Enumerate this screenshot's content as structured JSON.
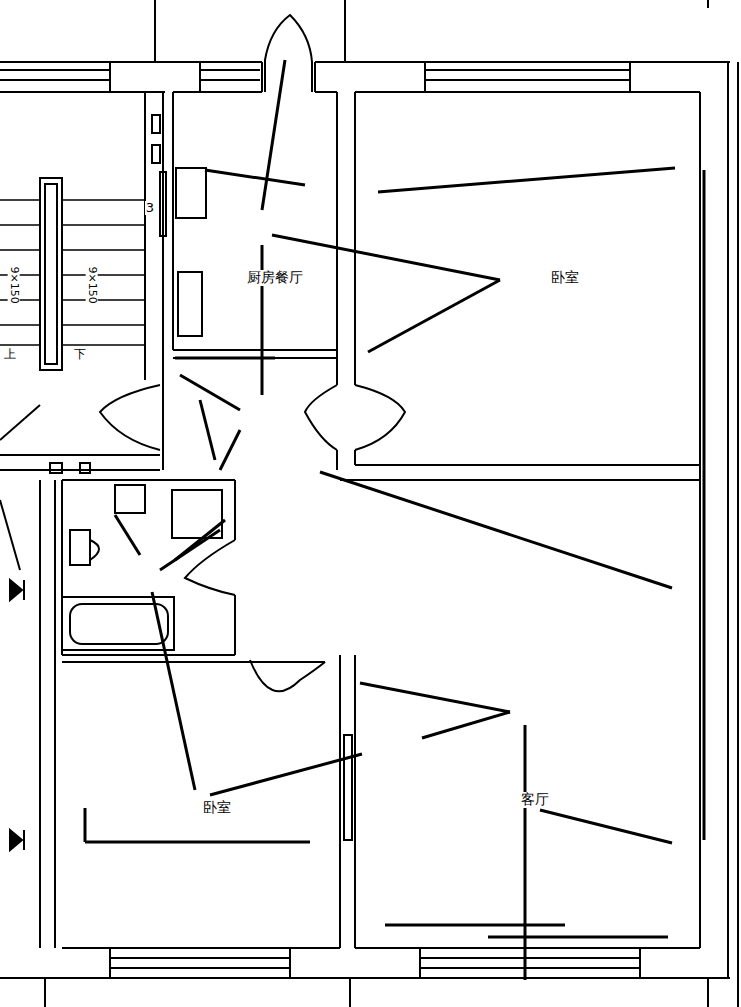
{
  "diagram": {
    "labels": [
      "厨房餐厅",
      "卧室",
      "卧室",
      "客厅",
      "3",
      "上",
      "下",
      "9×150",
      "9×150"
    ]
  }
}
